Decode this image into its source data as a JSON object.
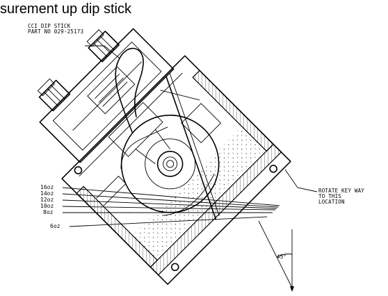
{
  "header": {
    "text": "surement up dip stick"
  },
  "dipstick_label": {
    "line1": "CCI DIP STICK",
    "line2": "PART NO 029-25173"
  },
  "keyway_label": {
    "line1": "ROTATE KEY WAY",
    "line2": "TO THIS",
    "line3": "LOCATION"
  },
  "angle_label": "45°",
  "oil_levels": [
    {
      "label": "16oz"
    },
    {
      "label": "14oz"
    },
    {
      "label": "12oz"
    },
    {
      "label": "10oz"
    },
    {
      "label": "8oz"
    },
    {
      "label": "6oz"
    }
  ]
}
